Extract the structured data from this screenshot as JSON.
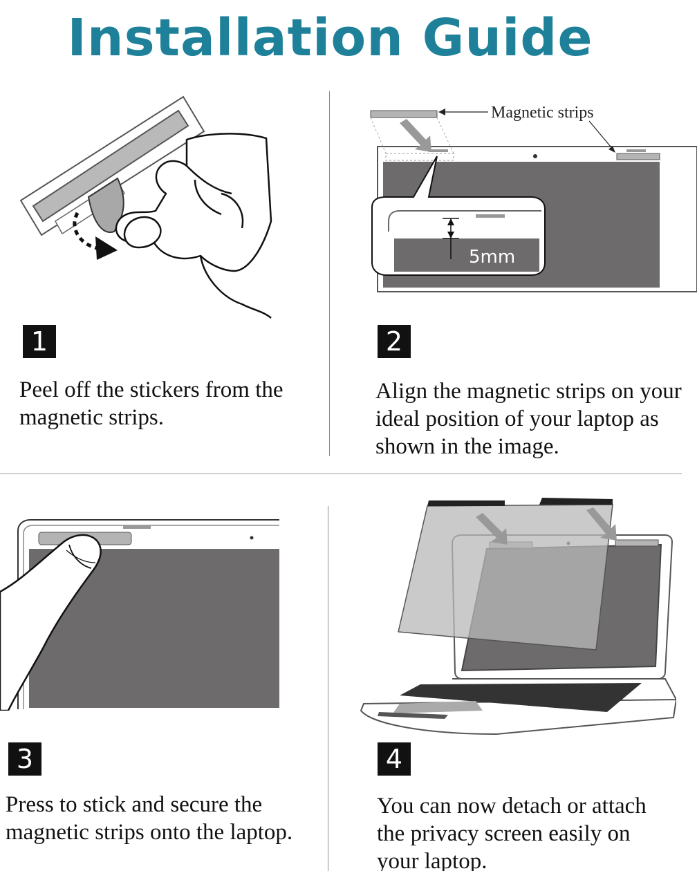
{
  "title": "Installation Guide",
  "steps": [
    {
      "number": "1",
      "caption": "Peel off the stickers from the\nmagnetic strips."
    },
    {
      "number": "2",
      "caption": "Align the magnetic strips on your\nideal position of your laptop as\nshown in the image.",
      "callout_label": "Magnetic strips",
      "measure_label": "5mm"
    },
    {
      "number": "3",
      "caption": "Press to stick and secure the\nmagnetic strips onto the laptop."
    },
    {
      "number": "4",
      "caption": "You can now detach or attach\nthe privacy screen easily on\nyour laptop."
    }
  ],
  "colors": {
    "title": "#1f8199",
    "screen": "#6d6b6c",
    "strip": "#b4b4b4"
  }
}
